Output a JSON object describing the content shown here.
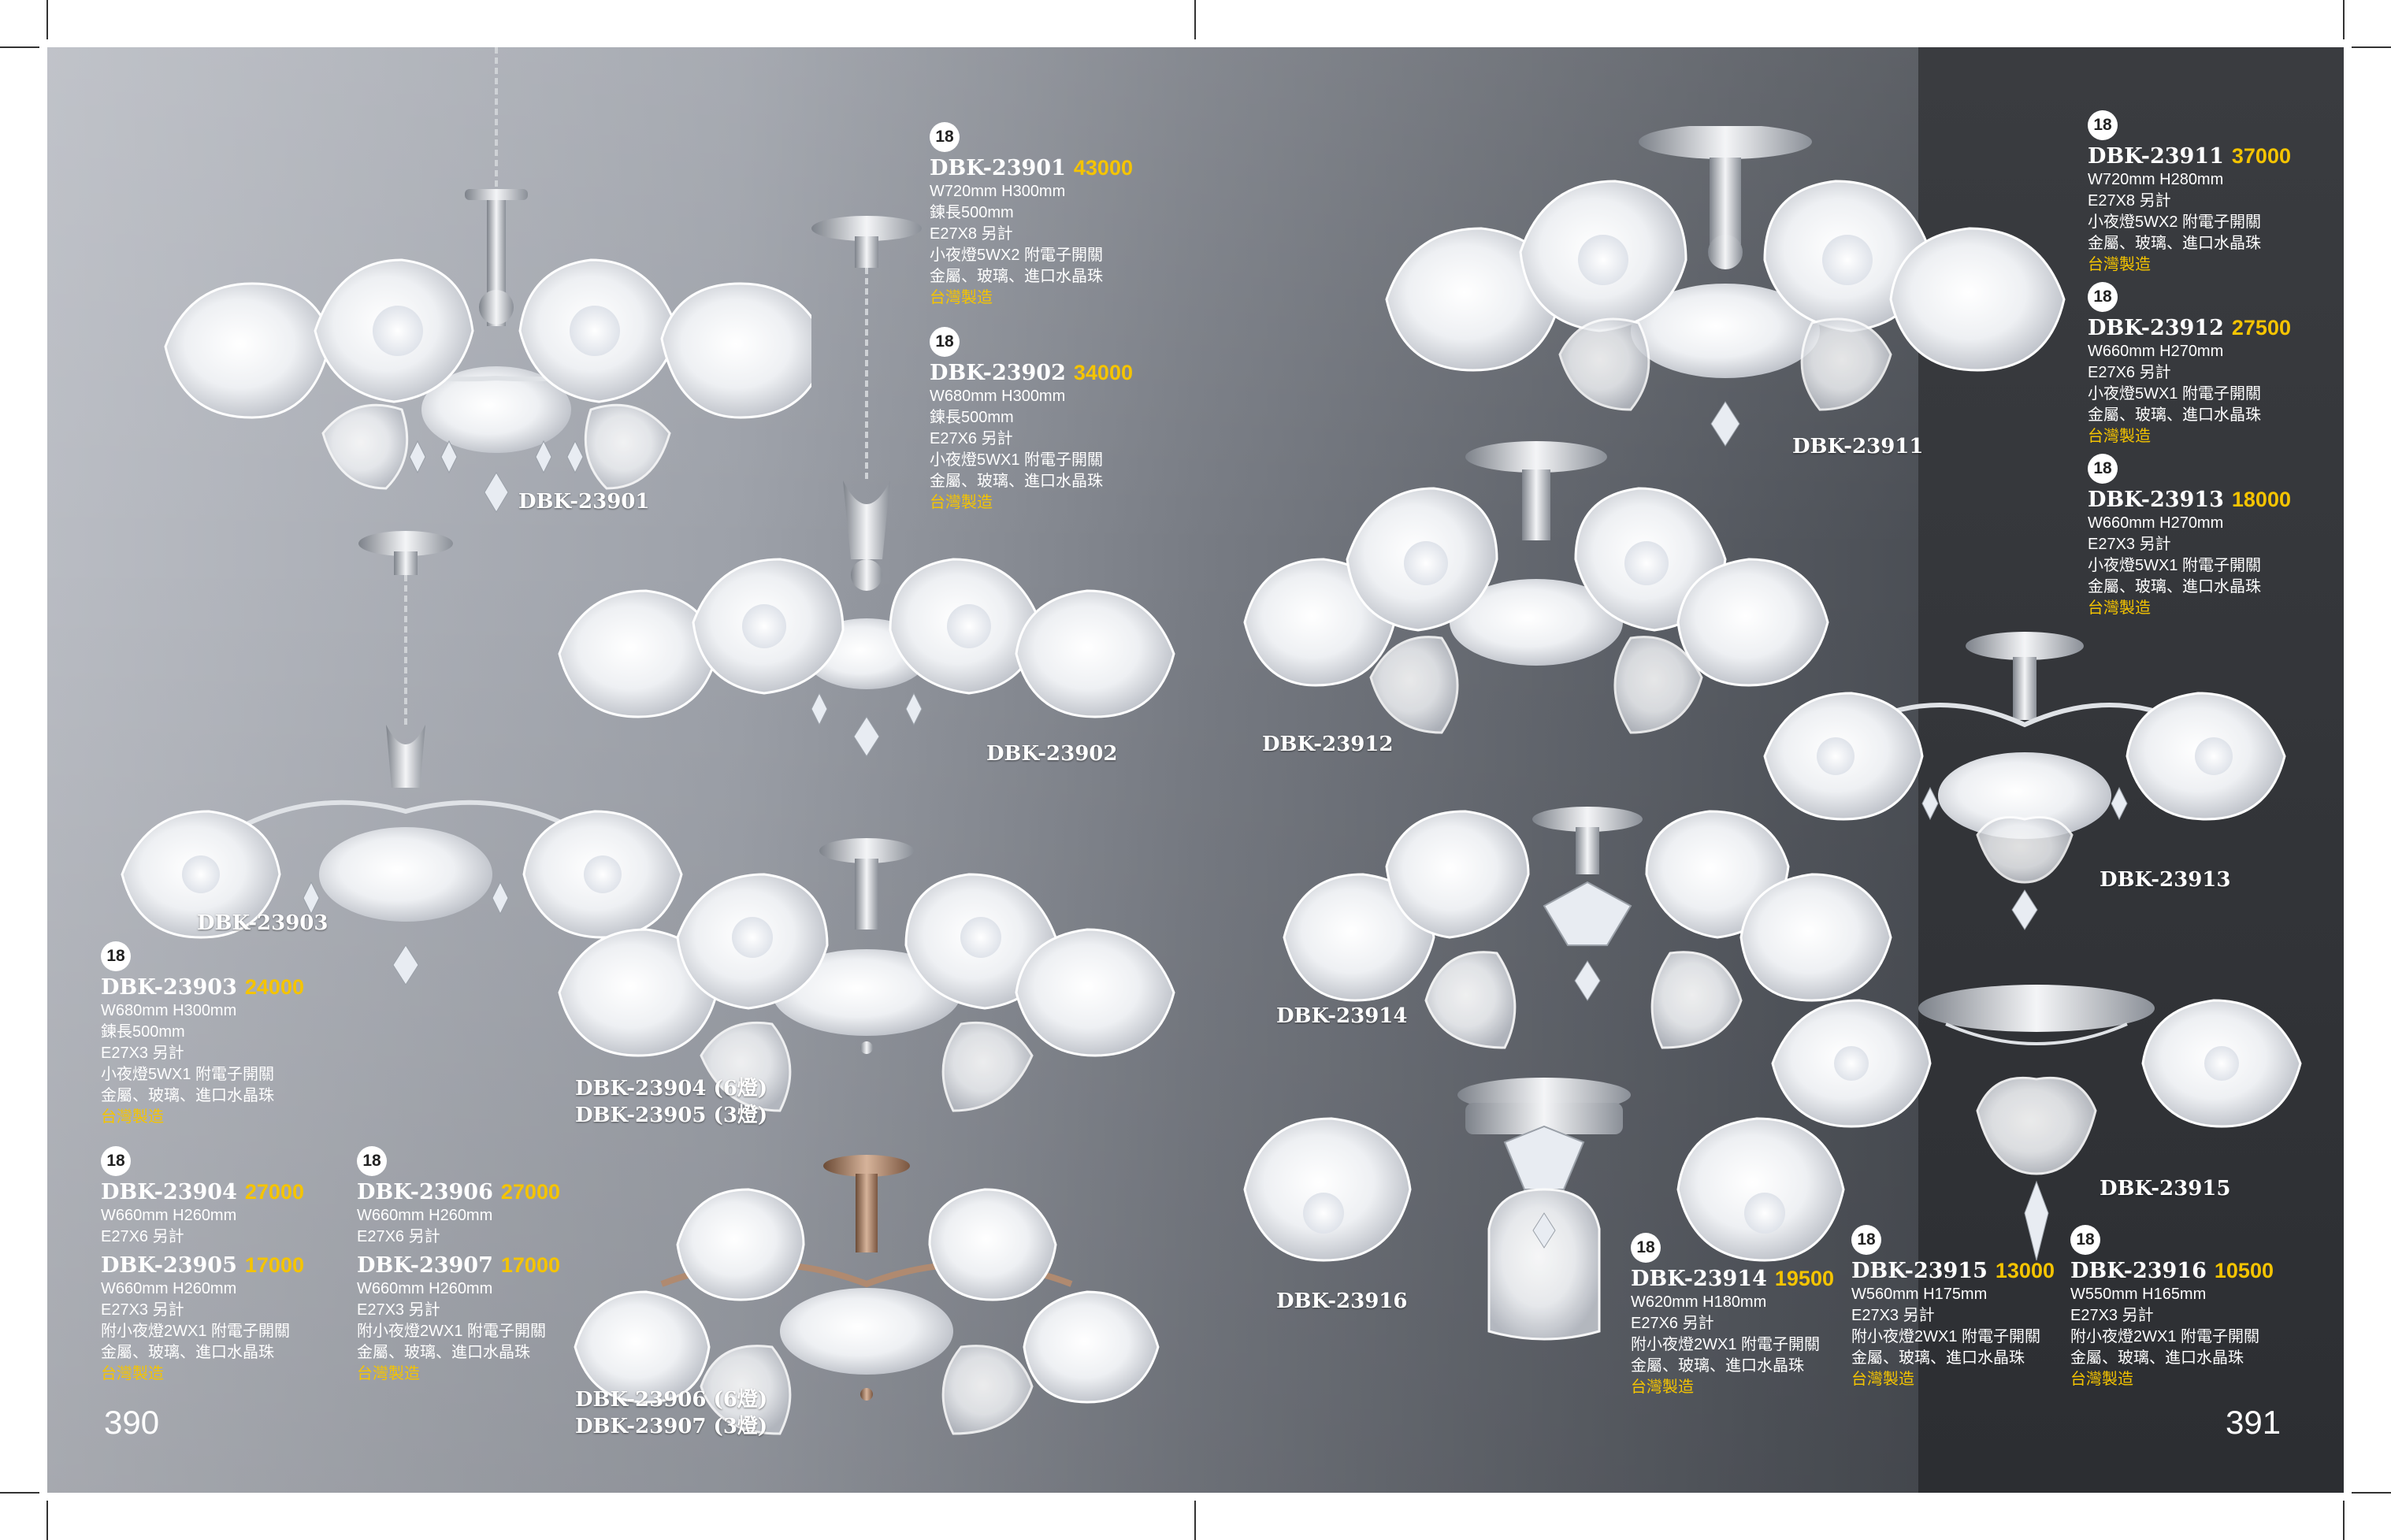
{
  "pages": {
    "left": "390",
    "right": "391"
  },
  "labels": {
    "l23901": "DBK-23901",
    "l23902": "DBK-23902",
    "l23903": "DBK-23903",
    "l23904_1": "DBK-23904 (6燈)",
    "l23904_2": "DBK-23905 (3燈)",
    "l23906_1": "DBK-23906 (6燈)",
    "l23906_2": "DBK-23907 (3燈)",
    "l23911": "DBK-23911",
    "l23912": "DBK-23912",
    "l23913": "DBK-23913",
    "l23914": "DBK-23914",
    "l23915": "DBK-23915",
    "l23916": "DBK-23916"
  },
  "specs": {
    "s23901": {
      "badge": "18",
      "model": "DBK-23901",
      "price": "43000",
      "lines": [
        "W720mm H300mm",
        "鍊長500mm",
        "E27X8 另計",
        "小夜燈5WX2 附電子開關",
        "金屬、玻璃、進口水晶珠"
      ],
      "made": "台灣製造"
    },
    "s23902": {
      "badge": "18",
      "model": "DBK-23902",
      "price": "34000",
      "lines": [
        "W680mm H300mm",
        "鍊長500mm",
        "E27X6 另計",
        "小夜燈5WX1 附電子開關",
        "金屬、玻璃、進口水晶珠"
      ],
      "made": "台灣製造"
    },
    "s23903": {
      "badge": "18",
      "model": "DBK-23903",
      "price": "24000",
      "lines": [
        "W680mm H300mm",
        "鍊長500mm",
        "E27X3 另計",
        "小夜燈5WX1 附電子開關",
        "金屬、玻璃、進口水晶珠"
      ],
      "made": "台灣製造"
    },
    "s23904": {
      "badge": "18",
      "model": "DBK-23904",
      "price": "27000",
      "lines": [
        "W660mm H260mm",
        "E27X6 另計"
      ],
      "model2": "DBK-23905",
      "price2": "17000",
      "lines2": [
        "W660mm H260mm",
        "E27X3 另計",
        "附小夜燈2WX1 附電子開關",
        "金屬、玻璃、進口水晶珠"
      ],
      "made": "台灣製造"
    },
    "s23906": {
      "badge": "18",
      "model": "DBK-23906",
      "price": "27000",
      "lines": [
        "W660mm H260mm",
        "E27X6 另計"
      ],
      "model2": "DBK-23907",
      "price2": "17000",
      "lines2": [
        "W660mm H260mm",
        "E27X3 另計",
        "附小夜燈2WX1 附電子開關",
        "金屬、玻璃、進口水晶珠"
      ],
      "made": "台灣製造"
    },
    "s23911": {
      "badge": "18",
      "model": "DBK-23911",
      "price": "37000",
      "lines": [
        "W720mm H280mm",
        "E27X8 另計",
        "小夜燈5WX2 附電子開關",
        "金屬、玻璃、進口水晶珠"
      ],
      "made": "台灣製造"
    },
    "s23912": {
      "badge": "18",
      "model": "DBK-23912",
      "price": "27500",
      "lines": [
        "W660mm H270mm",
        "E27X6 另計",
        "小夜燈5WX1 附電子開關",
        "金屬、玻璃、進口水晶珠"
      ],
      "made": "台灣製造"
    },
    "s23913": {
      "badge": "18",
      "model": "DBK-23913",
      "price": "18000",
      "lines": [
        "W660mm H270mm",
        "E27X3 另計",
        "小夜燈5WX1 附電子開關",
        "金屬、玻璃、進口水晶珠"
      ],
      "made": "台灣製造"
    },
    "s23914": {
      "badge": "18",
      "model": "DBK-23914",
      "price": "19500",
      "lines": [
        "W620mm H180mm",
        "E27X6 另計",
        "附小夜燈2WX1 附電子開關",
        "金屬、玻璃、進口水晶珠"
      ],
      "made": "台灣製造"
    },
    "s23915": {
      "badge": "18",
      "model": "DBK-23915",
      "price": "13000",
      "lines": [
        "W560mm H175mm",
        "E27X3 另計",
        "附小夜燈2WX1 附電子開關",
        "金屬、玻璃、進口水晶珠"
      ],
      "made": "台灣製造"
    },
    "s23916": {
      "badge": "18",
      "model": "DBK-23916",
      "price": "10500",
      "lines": [
        "W550mm H165mm",
        "E27X3 另計",
        "附小夜燈2WX1 附電子開關",
        "金屬、玻璃、進口水晶珠"
      ],
      "made": "台灣製造"
    }
  }
}
